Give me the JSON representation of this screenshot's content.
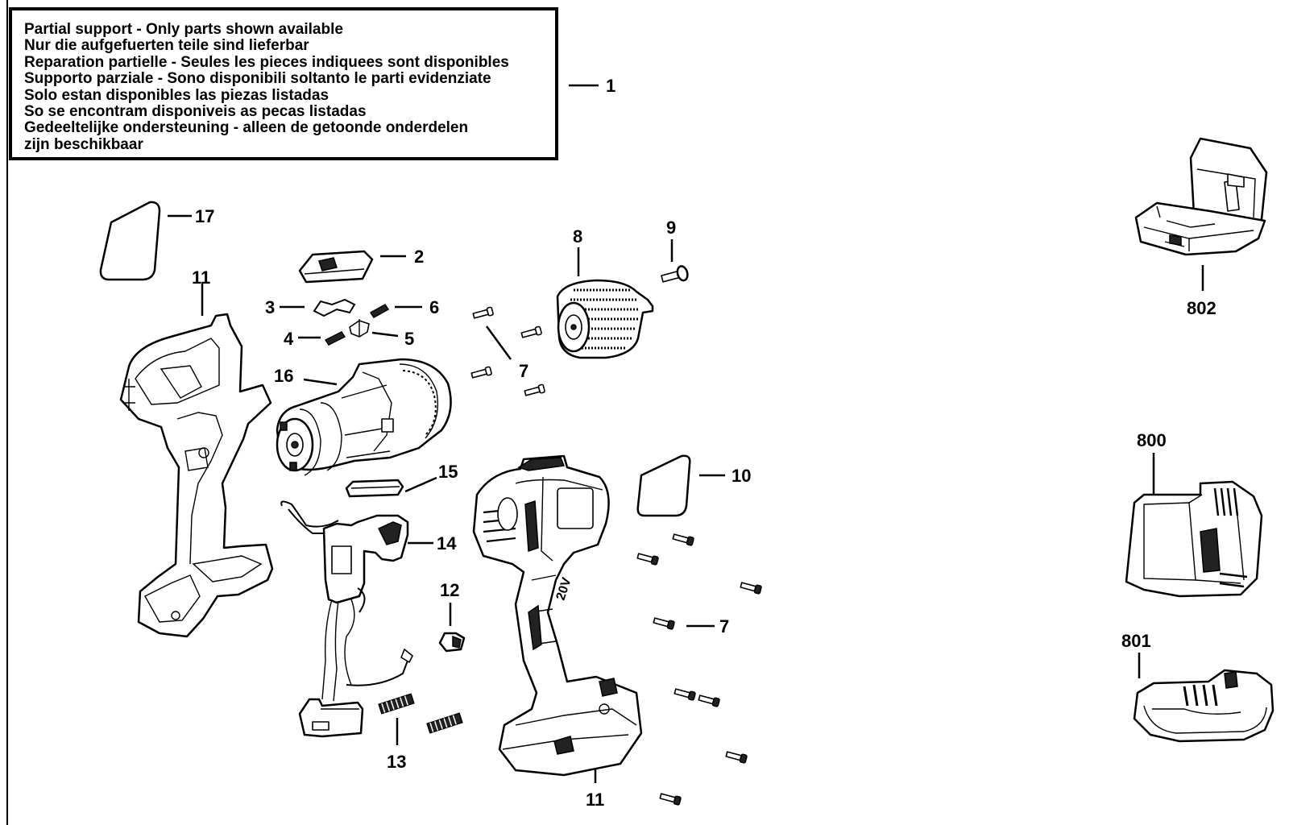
{
  "notice": {
    "lines": [
      "Partial support - Only parts shown available",
      "Nur die aufgefuerten teile sind lieferbar",
      "Reparation partielle - Seules les pieces indiquees sont disponibles",
      "Supporto parziale - Sono disponibili soltanto le parti evidenziate",
      "Solo estan disponibles las piezas listadas",
      "So se encontram disponiveis as pecas listadas",
      "Gedeeltelijke ondersteuning - alleen de getoonde onderdelen",
      "zijn beschikbaar"
    ]
  },
  "callouts": {
    "c1": "1",
    "c2": "2",
    "c3": "3",
    "c4": "4",
    "c5": "5",
    "c6": "6",
    "c7a": "7",
    "c7b": "7",
    "c8": "8",
    "c9": "9",
    "c10": "10",
    "c11a": "11",
    "c11b": "11",
    "c12": "12",
    "c13": "13",
    "c14": "14",
    "c15": "15",
    "c16": "16",
    "c17": "17",
    "c800": "800",
    "c801": "801",
    "c802": "802"
  },
  "tool_marking": "20V"
}
